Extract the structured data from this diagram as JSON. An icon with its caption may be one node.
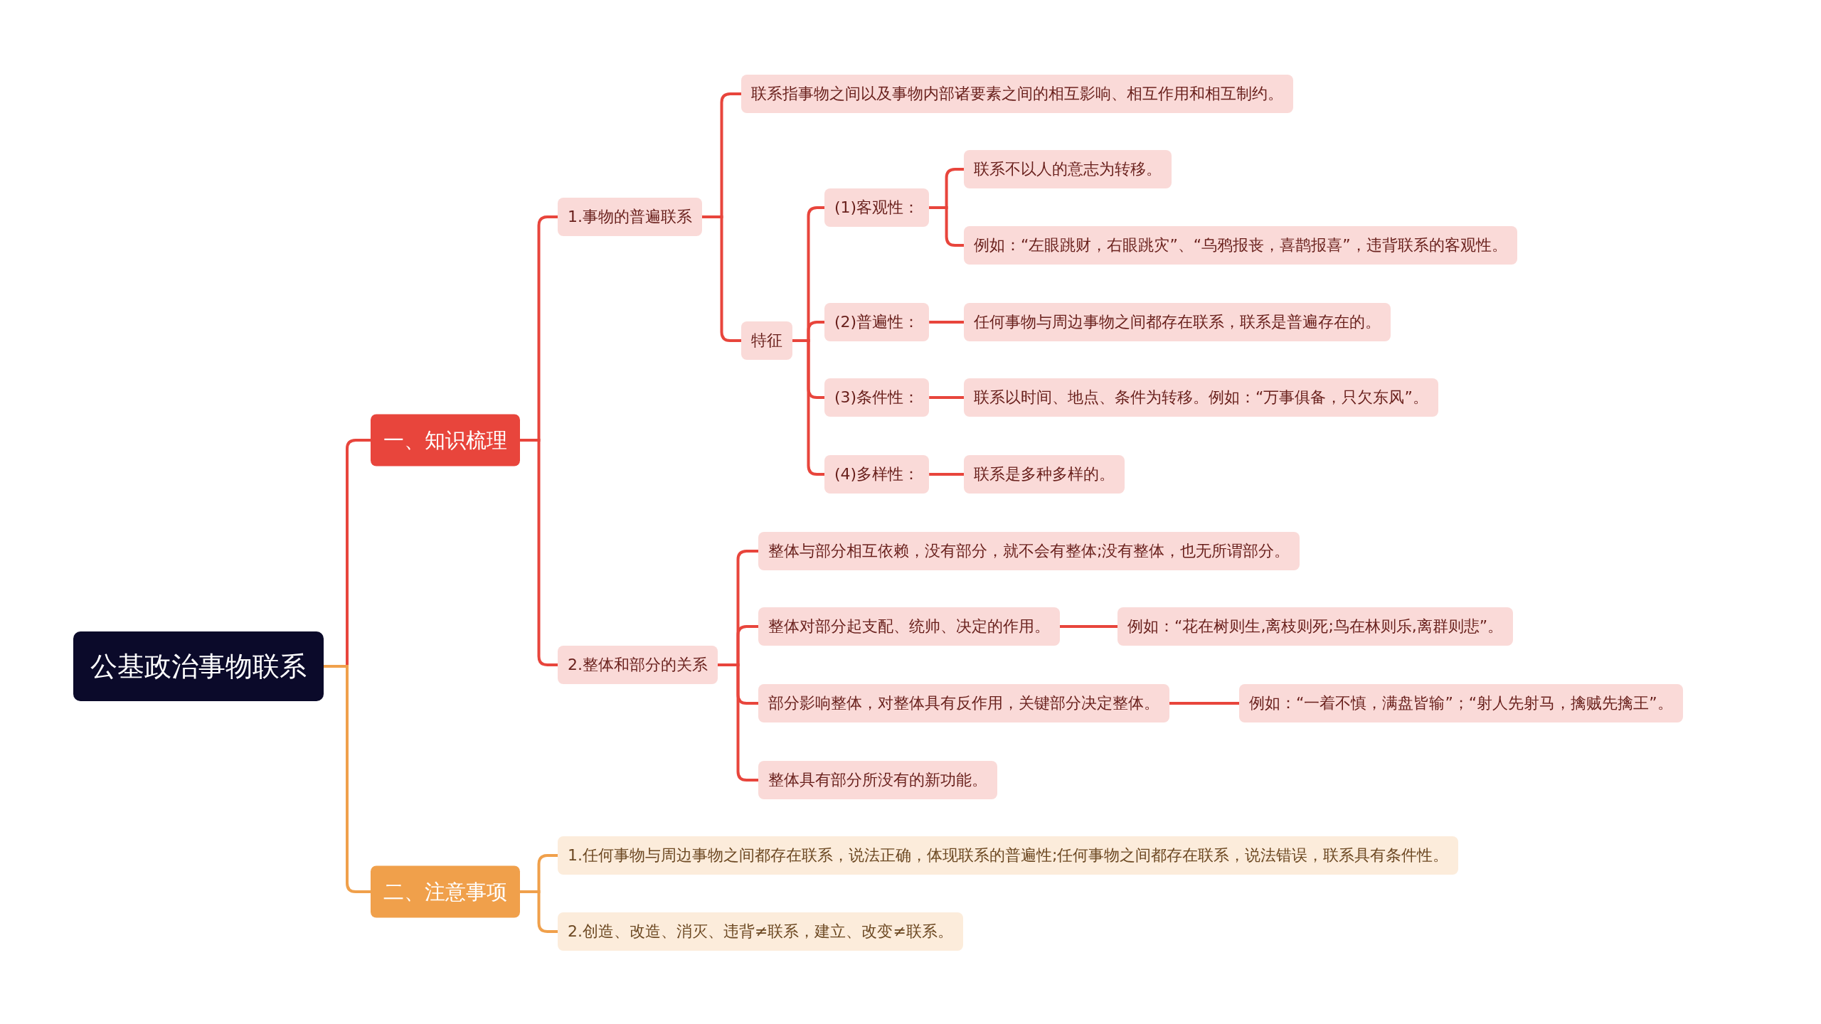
{
  "diagram": {
    "nodes": [
      {
        "text": [
          "公基政治事物联系"
        ]
      },
      {
        "text": [
          "一、知识梳理"
        ]
      },
      {
        "text": [
          "二、注意事项"
        ]
      },
      {
        "text": [
          "1.事物的普遍联系"
        ]
      },
      {
        "text": [
          "联系指事物之间以及事物内部诸要素之间的相互影响、相互作用和相互制约。"
        ]
      },
      {
        "text": [
          "特征"
        ]
      },
      {
        "text": [
          "(1)客观性："
        ]
      },
      {
        "text": [
          "联系不以人的意志为转移。"
        ]
      },
      {
        "text": [
          "例如：“左眼跳财，右眼跳灾”、“乌鸦报丧，喜鹊报喜”，违背联系的客观性。"
        ]
      },
      {
        "text": [
          "(2)普遍性："
        ]
      },
      {
        "text": [
          "任何事物与周边事物之间都存在联系，联系是普遍存在的。"
        ]
      },
      {
        "text": [
          "(3)条件性："
        ]
      },
      {
        "text": [
          "联系以时间、地点、条件为转移。例如：“万事俱备，只欠东风”。"
        ]
      },
      {
        "text": [
          "(4)多样性："
        ]
      },
      {
        "text": [
          "联系是多种多样的。"
        ]
      },
      {
        "text": [
          "2.整体和部分的关系"
        ]
      },
      {
        "text": [
          "整体与部分相互依赖，没有部分，就不会有整体;没有整体，也无所谓部分。"
        ]
      },
      {
        "text": [
          "整体对部分起支配、统帅、决定的作用。"
        ]
      },
      {
        "text": [
          "例如：“花在树则生,离枝则死;鸟在林则乐,离群则悲”。"
        ]
      },
      {
        "text": [
          "部分影响整体，对整体具有反作用，关键部分决定整体。"
        ]
      },
      {
        "text": [
          "例如：“一着不慎，满盘皆输”；“射人先射马，擒贼先擒王”。"
        ]
      },
      {
        "text": [
          "整体具有部分所没有的新功能。"
        ]
      },
      {
        "text": [
          "1.任何事物与周边事物之间都存在联系，说法正确，体现联系的普遍性;任何事物之间都存在联系，说法错误，联系具有条件性。"
        ]
      },
      {
        "text": [
          "2.创造、改造、消灭、违背≠联系，建立、改变≠联系。"
        ]
      }
    ],
    "edges": [
      {
        "from": 0,
        "to": 1,
        "arrow": "none"
      },
      {
        "from": 0,
        "to": 2,
        "arrow": "none",
        "color": "#f0a04b"
      },
      {
        "from": 1,
        "to": 3,
        "arrow": "none"
      },
      {
        "from": 1,
        "to": 15,
        "arrow": "none"
      },
      {
        "from": 3,
        "to": 4,
        "arrow": "none"
      },
      {
        "from": 3,
        "to": 5,
        "arrow": "none"
      },
      {
        "from": 5,
        "to": 6,
        "arrow": "none"
      },
      {
        "from": 5,
        "to": 9,
        "arrow": "none"
      },
      {
        "from": 5,
        "to": 11,
        "arrow": "none"
      },
      {
        "from": 5,
        "to": 13,
        "arrow": "none"
      },
      {
        "from": 6,
        "to": 7,
        "arrow": "none"
      },
      {
        "from": 6,
        "to": 8,
        "arrow": "none"
      },
      {
        "from": 9,
        "to": 10,
        "arrow": "none"
      },
      {
        "from": 11,
        "to": 12,
        "arrow": "none"
      },
      {
        "from": 13,
        "to": 14,
        "arrow": "none"
      },
      {
        "from": 15,
        "to": 16,
        "arrow": "none"
      },
      {
        "from": 15,
        "to": 17,
        "arrow": "none"
      },
      {
        "from": 15,
        "to": 19,
        "arrow": "none"
      },
      {
        "from": 15,
        "to": 21,
        "arrow": "none"
      },
      {
        "from": 17,
        "to": 18,
        "arrow": "none"
      },
      {
        "from": 19,
        "to": 20,
        "arrow": "none"
      },
      {
        "from": 2,
        "to": 22,
        "arrow": "none",
        "color": "#f0a04b"
      },
      {
        "from": 2,
        "to": 23,
        "arrow": "none",
        "color": "#f0a04b"
      }
    ]
  }
}
